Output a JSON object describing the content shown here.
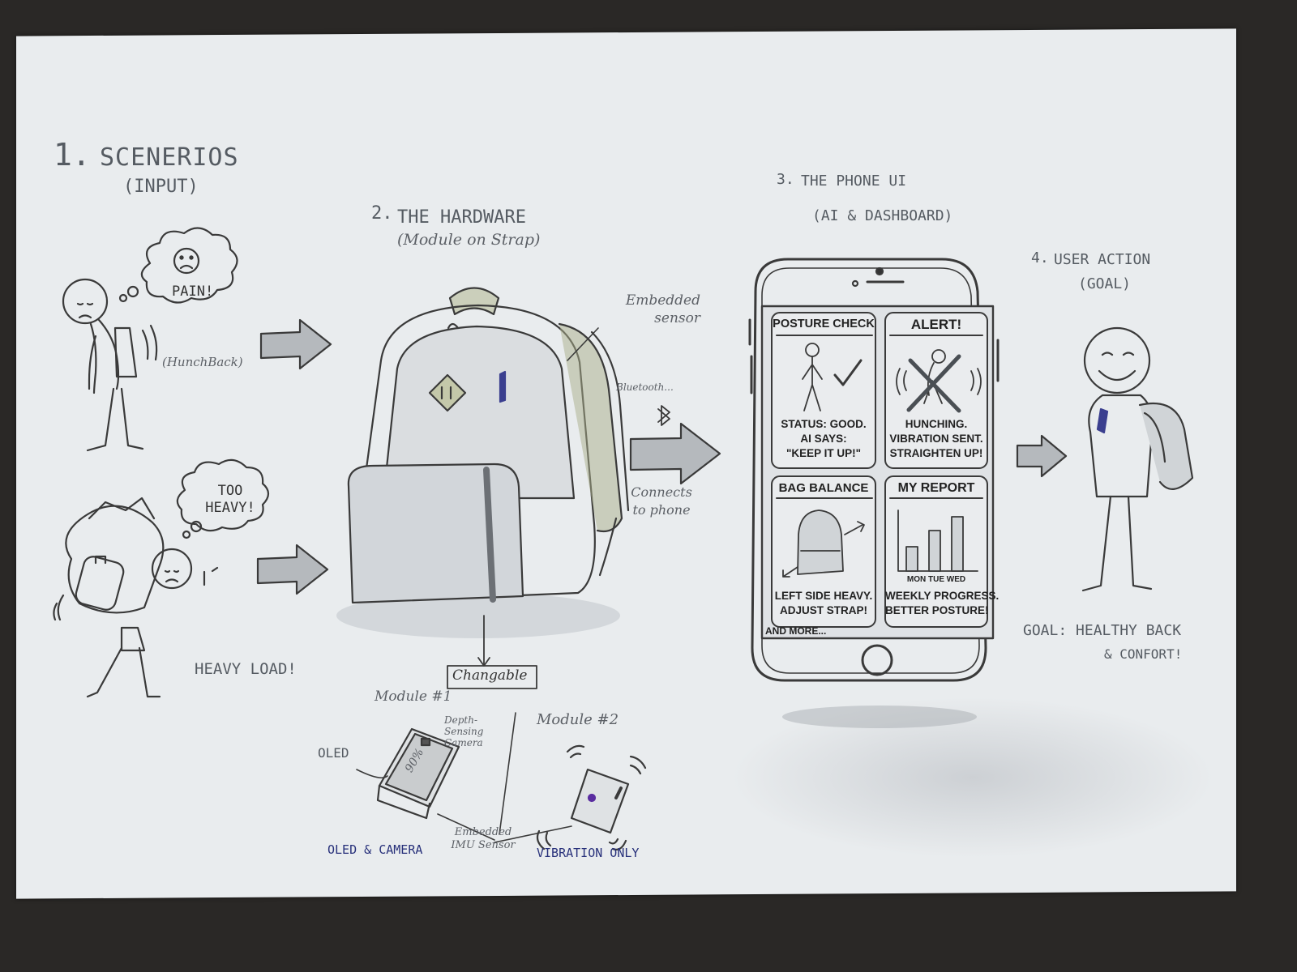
{
  "sections": {
    "scenarios": {
      "number": "1.",
      "title": "SCENERIOS",
      "subtitle": "(INPUT)"
    },
    "hardware": {
      "number": "2.",
      "title": "THE HARDWARE",
      "subtitle": "(Module on Strap)"
    },
    "phone_ui": {
      "number": "3.",
      "title": "THE PHONE UI",
      "subtitle": "(AI & DASHBOARD)"
    },
    "user_action": {
      "number": "4.",
      "title": "USER ACTION",
      "subtitle": "(GOAL)"
    }
  },
  "scenario_labels": {
    "pain_bubble": "PAIN!",
    "hunchback": "(HunchBack)",
    "heavy_bubble": "TOO HEAVY!",
    "heavy_load": "HEAVY LOAD!"
  },
  "hardware_labels": {
    "embedded_sensor": "Embedded sensor",
    "bluetooth": "Bluetooth...",
    "connects_to_phone": "Connects to phone",
    "changeable": "Changable",
    "module1": "Module #1",
    "module2": "Module #2",
    "depth_camera": "Depth-Sensing Camera",
    "oled": "OLED",
    "oled_screen": "90%",
    "embedded_imu": "Embedded IMU Sensor",
    "module1_caption": "OLED & CAMERA",
    "module2_caption": "VIBRATION ONLY"
  },
  "phone": {
    "cards": [
      {
        "title": "POSTURE CHECK",
        "lines": [
          "STATUS: GOOD.",
          "AI SAYS:",
          "\"KEEP IT UP!\""
        ]
      },
      {
        "title": "ALERT!",
        "lines": [
          "HUNCHING.",
          "VIBRATION SENT.",
          "STRAIGHTEN UP!"
        ]
      },
      {
        "title": "BAG BALANCE",
        "lines": [
          "LEFT SIDE HEAVY.",
          "ADJUST STRAP!"
        ]
      },
      {
        "title": "MY REPORT",
        "lines": [
          "WEEKLY PROGRESS.",
          "BETTER POSTURE!"
        ]
      }
    ],
    "report_days": "MON TUE WED",
    "more": "AND MORE..."
  },
  "goal": {
    "text": "GOAL: HEALTHY BACK",
    "text2": "& CONFORT!"
  },
  "colors": {
    "paper": "#e9ecee",
    "pencil": "#555b62",
    "ink": "#2d2d2d",
    "blue_ink": "#27307a",
    "background": "#2a2826"
  }
}
